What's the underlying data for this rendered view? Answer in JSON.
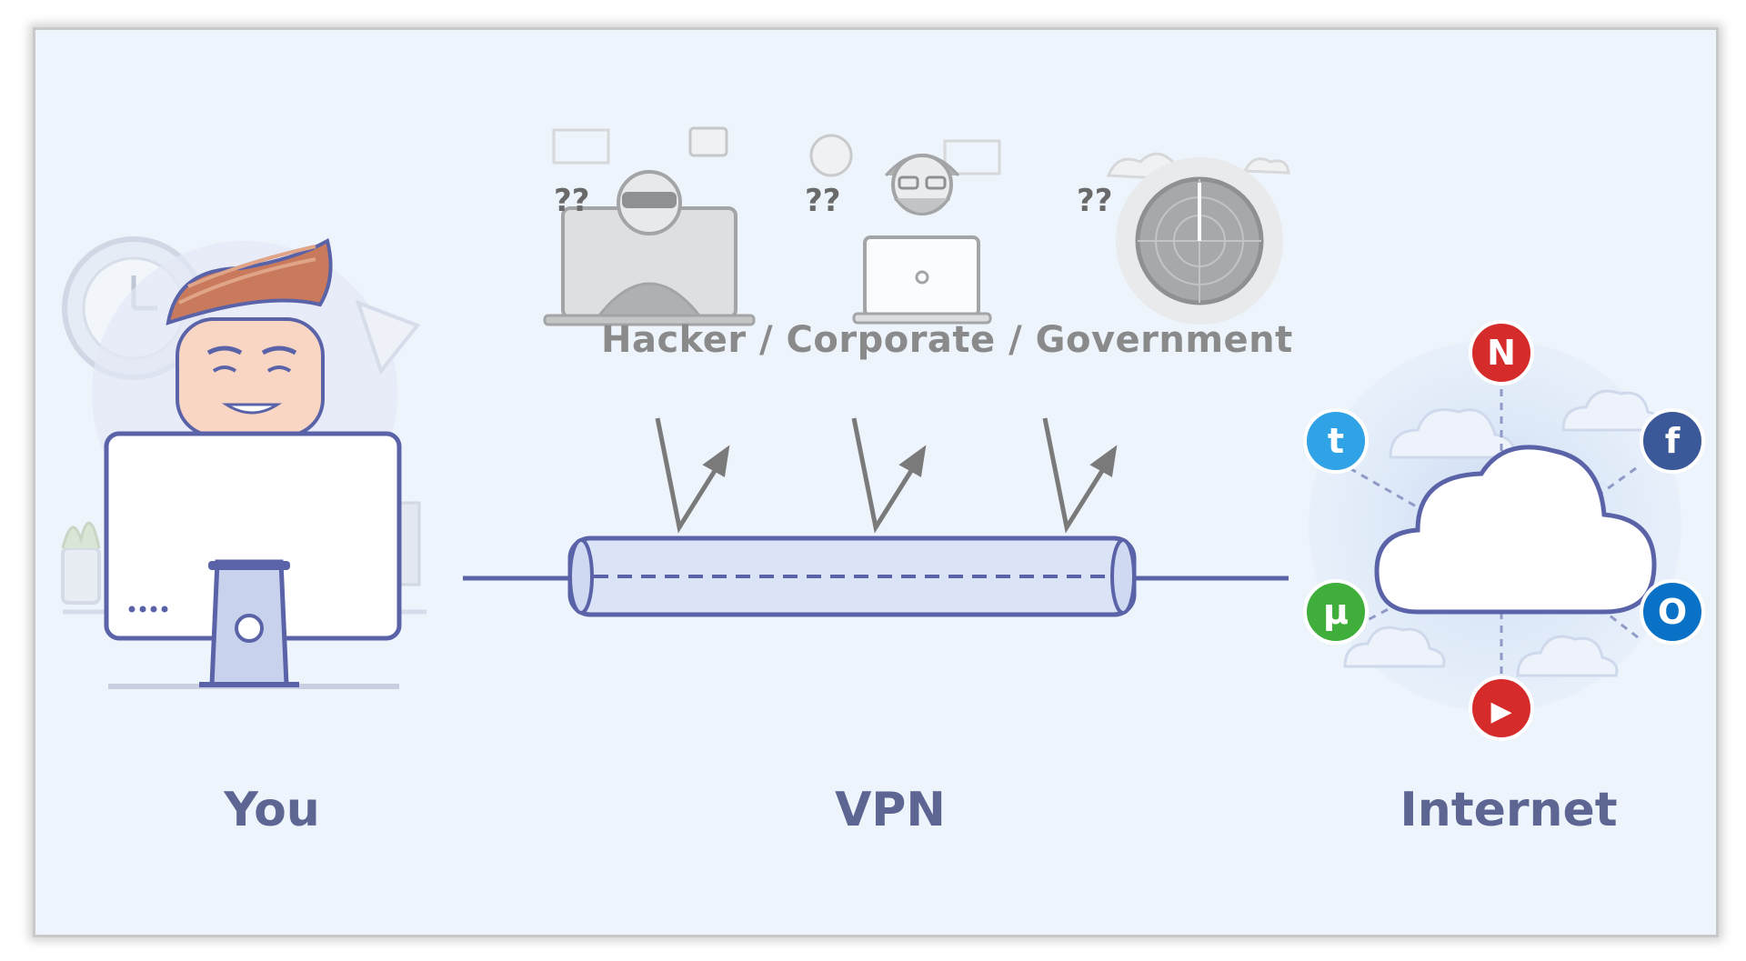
{
  "labels": {
    "you": "You",
    "vpn": "VPN",
    "internet": "Internet",
    "observers": "Hacker / Corporate / Government"
  },
  "observers": [
    {
      "name": "hacker",
      "question": "??"
    },
    {
      "name": "corporate",
      "question": "??"
    },
    {
      "name": "government",
      "question": "??"
    }
  ],
  "services": [
    {
      "name": "netflix",
      "glyph": "N",
      "color": "#d62b2b"
    },
    {
      "name": "twitter",
      "glyph": "t",
      "color": "#2fa3e6"
    },
    {
      "name": "facebook",
      "glyph": "f",
      "color": "#3b5998"
    },
    {
      "name": "utorrent",
      "glyph": "µ",
      "color": "#3fae3a"
    },
    {
      "name": "outlook",
      "glyph": "O",
      "color": "#0a72c6"
    },
    {
      "name": "youtube",
      "glyph": "▶",
      "color": "#d62b2b"
    }
  ],
  "colors": {
    "accent": "#5d6593",
    "line": "#5a63a8",
    "tube_fill": "#dbe4f7",
    "background": "#edf4fc"
  }
}
